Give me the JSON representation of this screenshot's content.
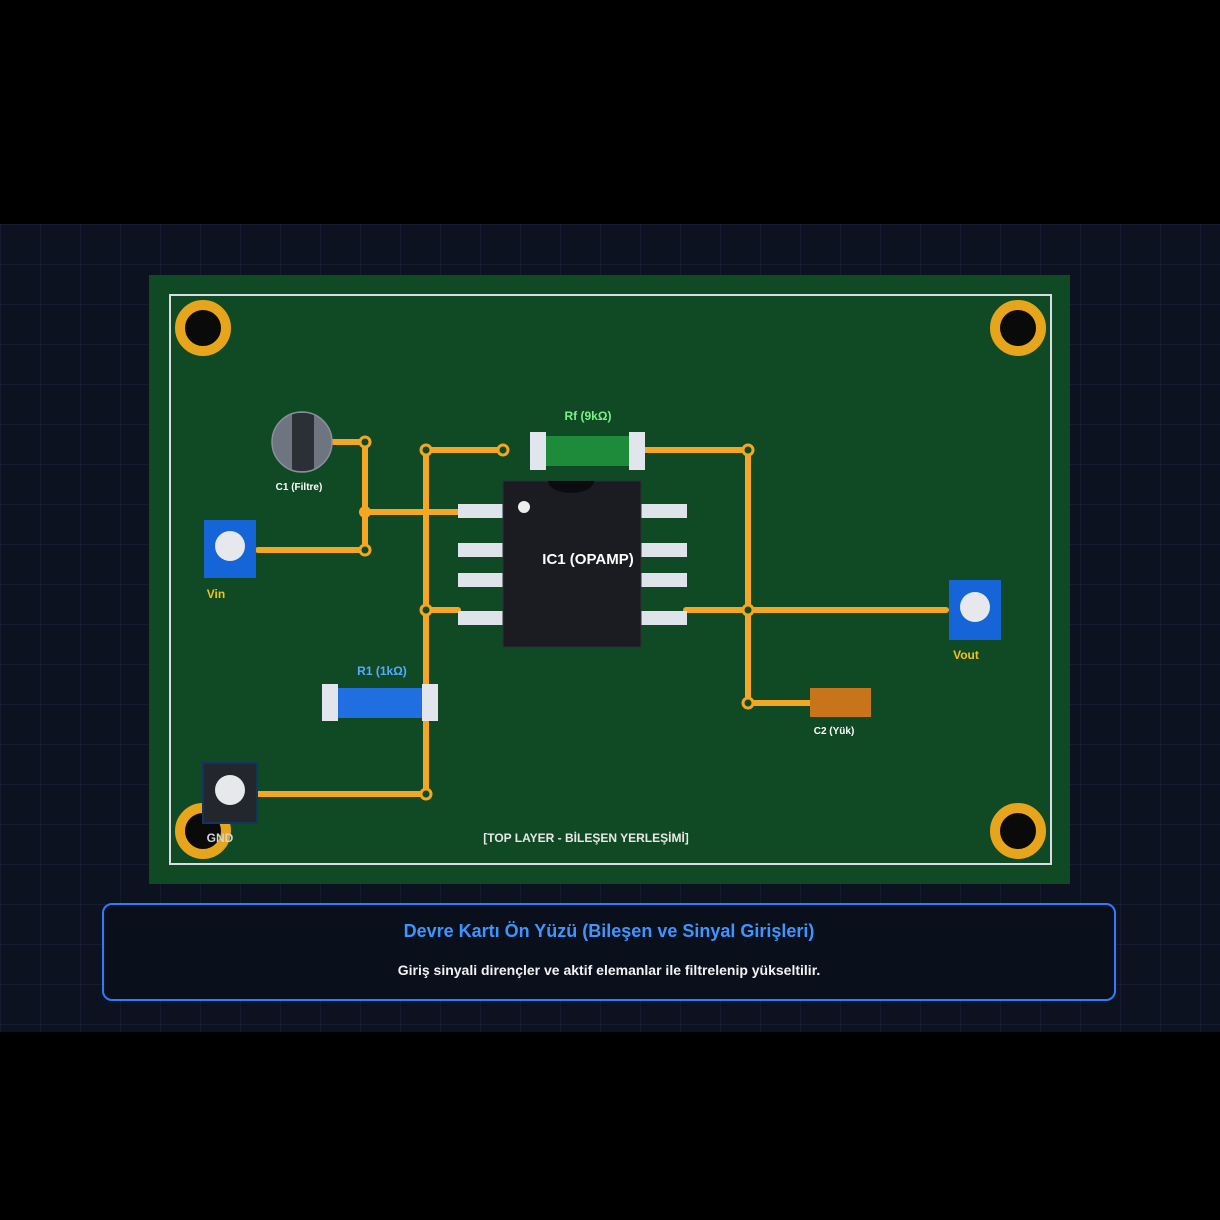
{
  "pcb": {
    "layer_label": "[TOP LAYER - BİLEŞEN YERLEŞİMİ]",
    "components": {
      "ic1": "IC1 (OPAMP)",
      "rf": "Rf (9kΩ)",
      "r1": "R1 (1kΩ)",
      "c1": "C1 (Filtre)",
      "c2": "C2 (Yük)",
      "vin": "Vin",
      "vout": "Vout",
      "gnd": "GND"
    },
    "colors": {
      "board": "#0f4a24",
      "trace": "#f5a623",
      "pad": "#e2e6ec",
      "connector": "#1565d8",
      "rf_body": "#1e8b3a",
      "r1_body": "#1f6fe0",
      "c2_body": "#c8741a",
      "label_yellow": "#f4c01e",
      "label_green": "#7cf08a",
      "label_blue": "#5aa8ff"
    }
  },
  "info": {
    "title": "Devre Kartı Ön Yüzü (Bileşen ve Sinyal Girişleri)",
    "description": "Giriş sinyali dirençler ve aktif elemanlar ile filtrelenip yükseltilir."
  }
}
